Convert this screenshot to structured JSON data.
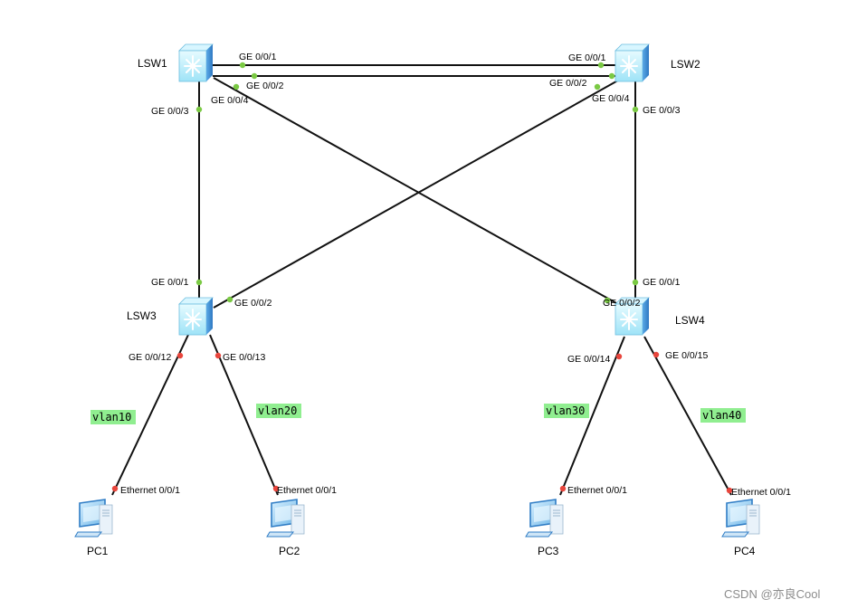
{
  "devices": {
    "lsw1": "LSW1",
    "lsw2": "LSW2",
    "lsw3": "LSW3",
    "lsw4": "LSW4",
    "pc1": "PC1",
    "pc2": "PC2",
    "pc3": "PC3",
    "pc4": "PC4"
  },
  "ports": {
    "lsw1_ge001": "GE 0/0/1",
    "lsw1_ge002": "GE 0/0/2",
    "lsw1_ge003": "GE 0/0/3",
    "lsw1_ge004": "GE 0/0/4",
    "lsw2_ge001": "GE 0/0/1",
    "lsw2_ge002": "GE 0/0/2",
    "lsw2_ge003": "GE 0/0/3",
    "lsw2_ge004": "GE 0/0/4",
    "lsw3_ge001": "GE 0/0/1",
    "lsw3_ge002": "GE 0/0/2",
    "lsw3_ge0012": "GE 0/0/12",
    "lsw3_ge0013": "GE 0/0/13",
    "lsw4_ge001": "GE 0/0/1",
    "lsw4_ge002": "GE 0/0/2",
    "lsw4_ge0014": "GE 0/0/14",
    "lsw4_ge0015": "GE 0/0/15",
    "pc1_eth": "Ethernet 0/0/1",
    "pc2_eth": "Ethernet 0/0/1",
    "pc3_eth": "Ethernet 0/0/1",
    "pc4_eth": "Ethernet 0/0/1"
  },
  "vlans": {
    "v10": "vlan10",
    "v20": "vlan20",
    "v30": "vlan30",
    "v40": "vlan40"
  },
  "watermark": "CSDN @亦良Cool",
  "colors": {
    "link": "#111111",
    "port_up": "#7ac943",
    "port_access": "#e8453c",
    "vlan_bg": "#90ee90",
    "switch_face": "#bfefff",
    "switch_side": "#3b8fd6",
    "pc_blue": "#2e7cc5"
  }
}
